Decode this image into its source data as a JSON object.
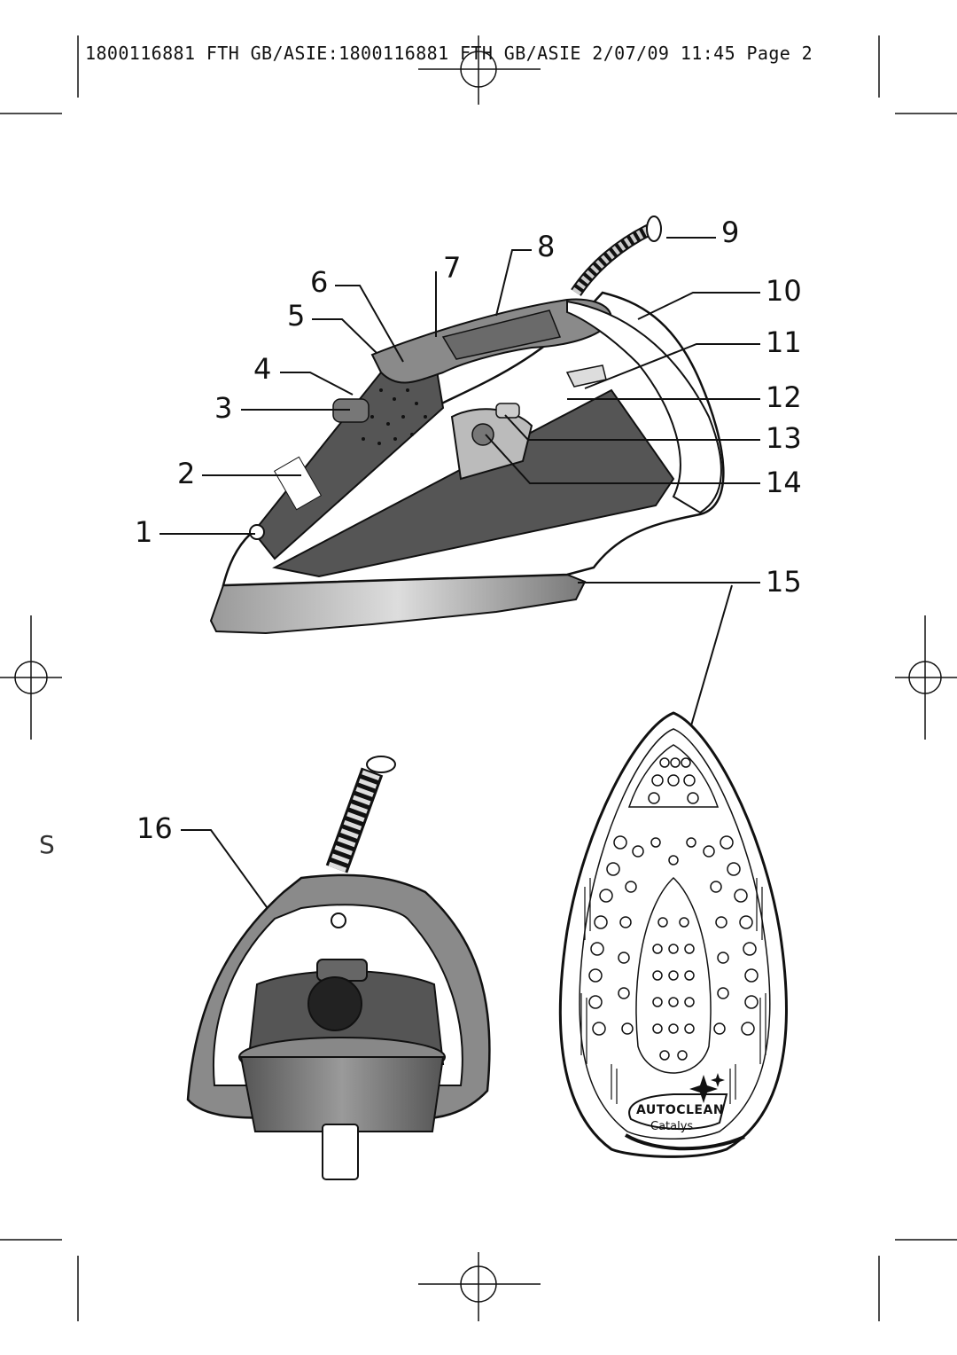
{
  "slug_line": "1800116881 FTH GB/ASIE:1800116881 FTH GB/ASIE  2/07/09  11:45  Page 2",
  "side_letter": "S",
  "callouts": [
    "1",
    "2",
    "3",
    "4",
    "5",
    "6",
    "7",
    "8",
    "9",
    "10",
    "11",
    "12",
    "13",
    "14",
    "15",
    "16"
  ],
  "soleplate_logo": {
    "line1": "AUTOCLEAN",
    "line2": "Catalys"
  },
  "colors": {
    "ink": "#111111",
    "dark_grey": "#555555",
    "mid_grey": "#8a8a8a",
    "light_grey": "#cfcfcf",
    "paper": "#ffffff"
  }
}
